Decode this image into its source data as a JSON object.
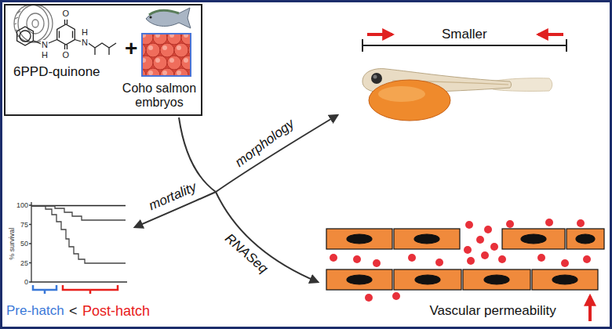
{
  "diagram": {
    "nodes": [
      {
        "text": [
          "6PPD-quinone",
          "+",
          "Coho salmon embryos"
        ]
      }
    ],
    "labels": [
      "O",
      "N",
      "H",
      "H",
      "N",
      "O",
      "Smaller",
      "morphology",
      "mortality",
      "RNASeq",
      "100",
      "75",
      "50",
      "25",
      "0",
      "% survival",
      "Pre-hatch",
      "<",
      "Post-hatch",
      "Vascular permeability"
    ]
  }
}
